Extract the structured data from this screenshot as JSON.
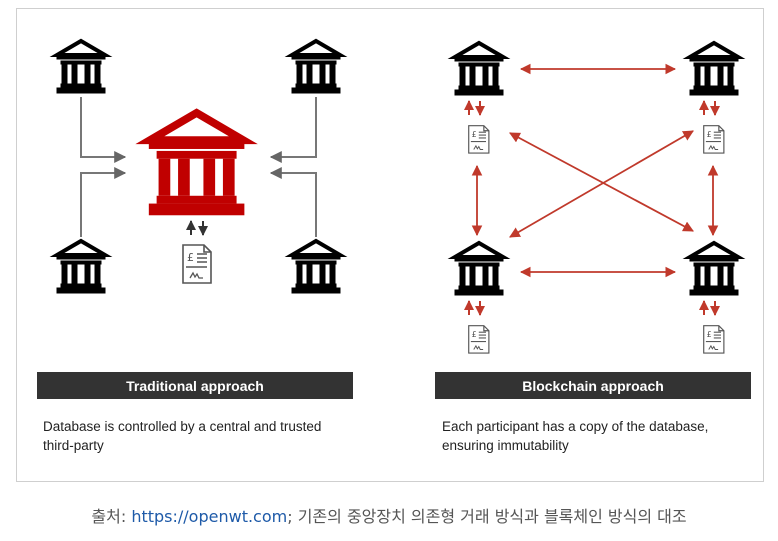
{
  "traditional": {
    "label": "Traditional approach",
    "description_line1": "Database is controlled by a central and trusted",
    "description_line2": "third-party"
  },
  "blockchain": {
    "label": "Blockchain approach",
    "description_line1": "Each participant has a copy of the database,",
    "description_line2": "ensuring immutability"
  },
  "caption": {
    "prefix": "출처: ",
    "link": "https://openwt.com",
    "suffix": "; 기존의 중앙장치 의존형 거래 방식과 블록체인 방식의 대조"
  },
  "colors": {
    "central_bank": "#c00000",
    "bank": "#000000",
    "arrow_red": "#c0392b",
    "arrow_gray": "#666666",
    "banner_bg": "#333333"
  },
  "icons": [
    "bank-icon",
    "ledger-document-icon",
    "up-down-arrows-icon"
  ]
}
